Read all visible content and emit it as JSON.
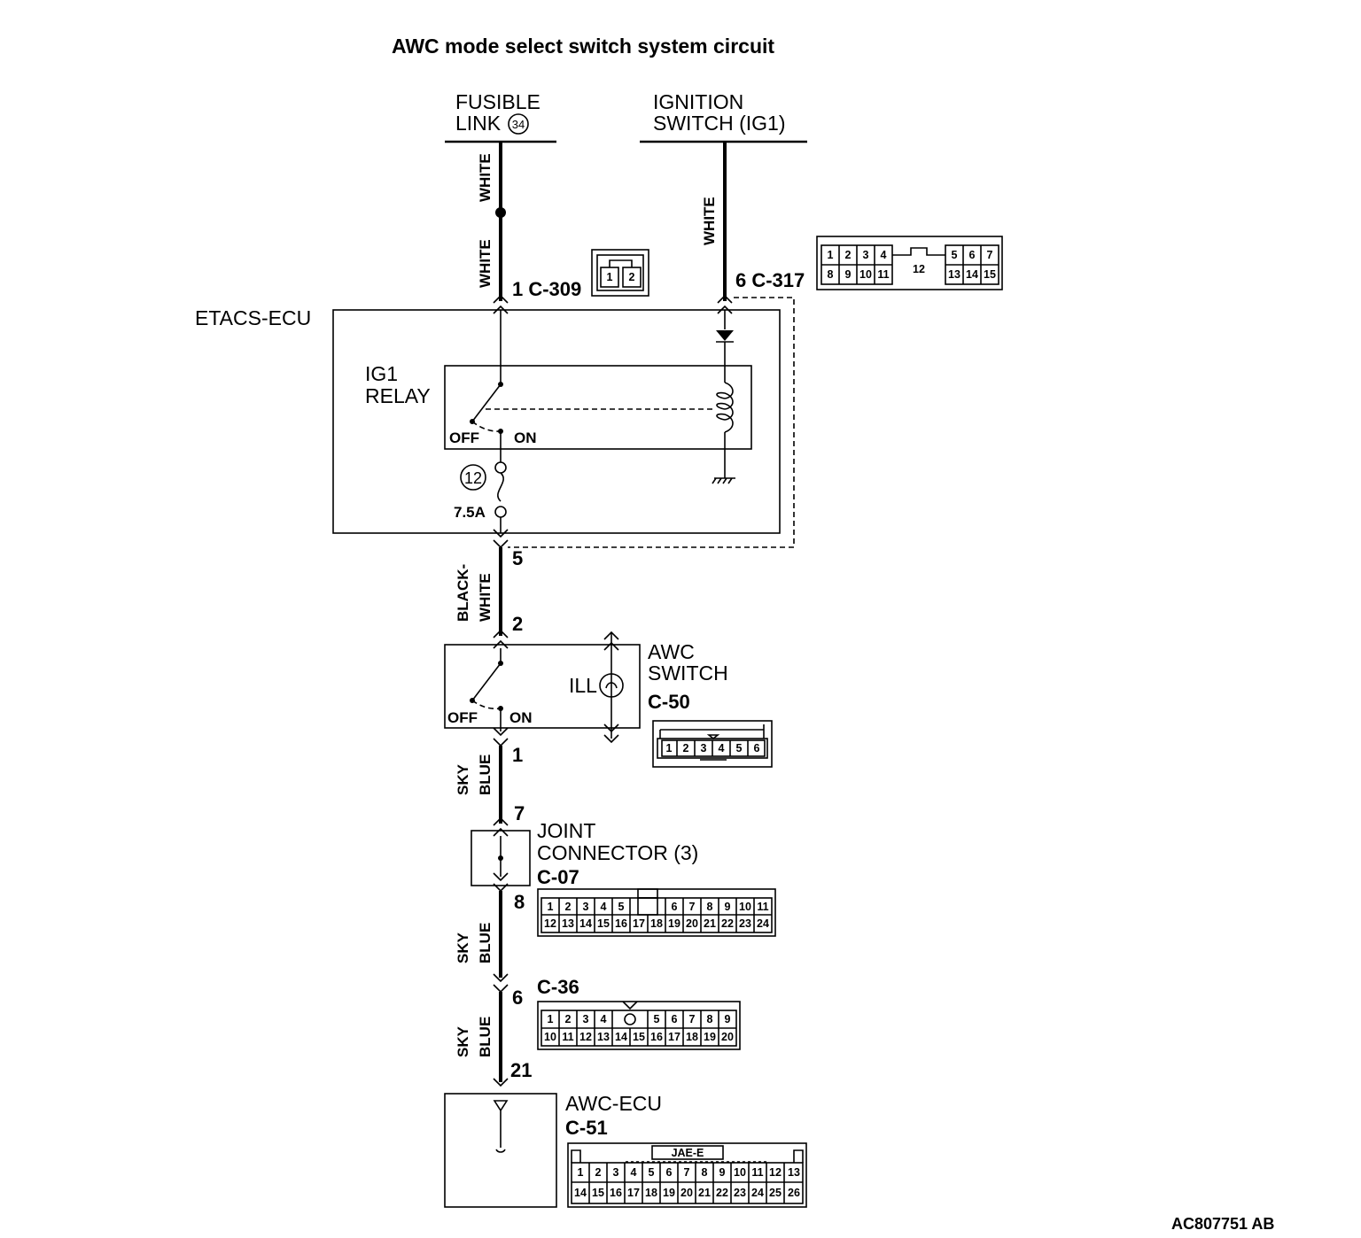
{
  "title": "AWC mode select switch system circuit",
  "figure_id": "AC807751 AB",
  "sources": {
    "fusible_link_line1": "FUSIBLE",
    "fusible_link_line2": "LINK",
    "fusible_link_number": "34",
    "ignition_line1": "IGNITION",
    "ignition_line2": "SWITCH (IG1)"
  },
  "wires": {
    "white_a": "WHITE",
    "white_b": "WHITE",
    "white_c": "WHITE",
    "black_white_line1": "BLACK-",
    "black_white_line2": "WHITE",
    "sky_blue_line1": "SKY",
    "sky_blue_line2": "BLUE"
  },
  "pins": {
    "c309": "1  C-309",
    "c317": "6  C-317",
    "p5": "5",
    "p2": "2",
    "p1": "1",
    "p7": "7",
    "p8": "8",
    "p6": "6",
    "p21": "21"
  },
  "components": {
    "etacs_ecu": "ETACS-ECU",
    "ig1_relay_line1": "IG1",
    "ig1_relay_line2": "RELAY",
    "off": "OFF",
    "on": "ON",
    "fuse_number": "12",
    "fuse_rating": "7.5A",
    "awc_switch_line1": "AWC",
    "awc_switch_line2": "SWITCH",
    "awc_switch_conn": "C-50",
    "ill": "ILL",
    "switch_off": "OFF",
    "switch_on": "ON",
    "joint_line1": "JOINT",
    "joint_line2": "CONNECTOR (3)",
    "joint_conn": "C-07",
    "c36": "C-36",
    "awc_ecu": "AWC-ECU",
    "awc_ecu_conn": "C-51",
    "jae": "JAE-E"
  },
  "connectors": {
    "c309": [
      "1",
      "2"
    ],
    "c317_top_left": [
      "1",
      "2",
      "3",
      "4"
    ],
    "c317_top_right": [
      "5",
      "6",
      "7"
    ],
    "c317_bottom_left": [
      "8",
      "9",
      "10",
      "11"
    ],
    "c317_center": "12",
    "c317_bottom_right": [
      "13",
      "14",
      "15"
    ],
    "c50": [
      "1",
      "2",
      "3",
      "4",
      "5",
      "6"
    ],
    "c07_top_left": [
      "1",
      "2",
      "3",
      "4",
      "5"
    ],
    "c07_top_right": [
      "6",
      "7",
      "8",
      "9",
      "10",
      "11"
    ],
    "c07_bottom": [
      "12",
      "13",
      "14",
      "15",
      "16",
      "17",
      "18",
      "19",
      "20",
      "21",
      "22",
      "23",
      "24"
    ],
    "c36_top_left": [
      "1",
      "2",
      "3",
      "4"
    ],
    "c36_top_right": [
      "5",
      "6",
      "7",
      "8",
      "9"
    ],
    "c36_bottom": [
      "10",
      "11",
      "12",
      "13",
      "14",
      "15",
      "16",
      "17",
      "18",
      "19",
      "20"
    ],
    "c51_top": [
      "1",
      "2",
      "3",
      "4",
      "5",
      "6",
      "7",
      "8",
      "9",
      "10",
      "11",
      "12",
      "13"
    ],
    "c51_bottom": [
      "14",
      "15",
      "16",
      "17",
      "18",
      "19",
      "20",
      "21",
      "22",
      "23",
      "24",
      "25",
      "26"
    ]
  }
}
